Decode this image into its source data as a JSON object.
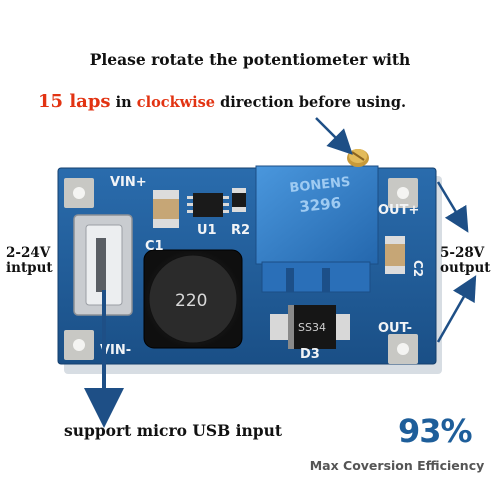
{
  "instruction": {
    "line1": "Please rotate the potentiometer with",
    "laps": "15 laps",
    "in_text": "in",
    "direction": "clockwise",
    "rest": "direction before using."
  },
  "input_label": {
    "line1": "2-24V",
    "line2": "intput"
  },
  "output_label": {
    "line1": "5-28V",
    "line2": "output"
  },
  "usb_note": "support micro USB input",
  "efficiency": {
    "value": "93%",
    "label": "Max Coversion Efficiency"
  },
  "board": {
    "vin_plus": "VIN+",
    "vin_minus": "VIN-",
    "out_plus": "OUT+",
    "out_minus": "OUT-",
    "c1": "C1",
    "c2": "C2",
    "u1": "U1",
    "r2": "R2",
    "d3": "D3",
    "inductor": "220",
    "pot_brand": "BONENS",
    "pot_model": "3296",
    "diode": "SS34"
  },
  "colors": {
    "pcb": "#1f5f9e",
    "pot": "#2f7fc8",
    "arrow": "#1e4f86",
    "accent_red": "#e23312",
    "efficiency": "#1e5e9a"
  }
}
